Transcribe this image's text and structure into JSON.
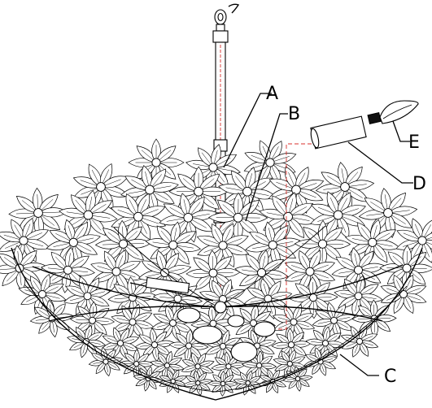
{
  "diagram": {
    "callouts": [
      {
        "id": "A",
        "label": "A"
      },
      {
        "id": "B",
        "label": "B"
      },
      {
        "id": "C",
        "label": "C"
      },
      {
        "id": "D",
        "label": "D"
      },
      {
        "id": "E",
        "label": "E"
      }
    ],
    "colors": {
      "line": "#000000",
      "cable": "#d9302c",
      "background": "#ffffff"
    },
    "icons": {
      "lamp": "flower-pendant-lamp-icon",
      "bulb": "candle-bulb-icon",
      "socket": "lamp-socket-icon",
      "hanger": "ceiling-hook-icon"
    }
  }
}
